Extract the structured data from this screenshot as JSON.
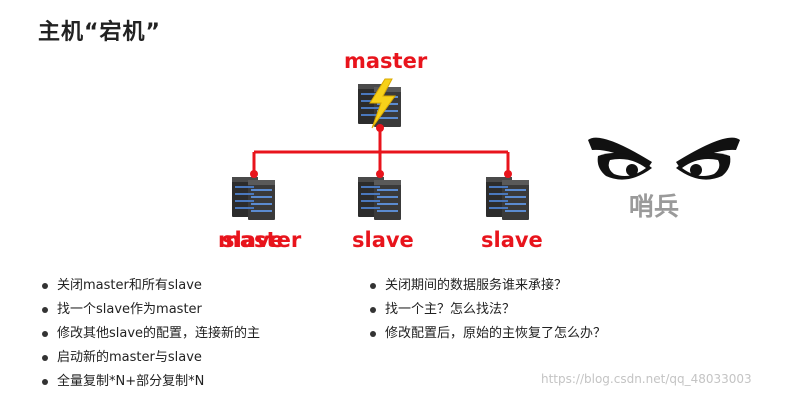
{
  "title": "主机“宕机”",
  "diagram": {
    "master_label": "master",
    "left_slave_labels": [
      "master",
      "slave"
    ],
    "slave_label_center": "slave",
    "slave_label_right": "slave",
    "sentinel_label": "哨兵",
    "line_color": "#e8141c",
    "label_color": "#e8141c"
  },
  "left_bullets": [
    "关闭master和所有slave",
    "找一个slave作为master",
    "修改其他slave的配置，连接新的主",
    "启动新的master与slave",
    "全量复制*N+部分复制*N"
  ],
  "right_bullets": [
    "关闭期间的数据服务谁来承接？",
    "找一个主？怎么找法？",
    "修改配置后，原始的主恢复了怎么办？"
  ],
  "watermark": "https://blog.csdn.net/qq_48033003"
}
